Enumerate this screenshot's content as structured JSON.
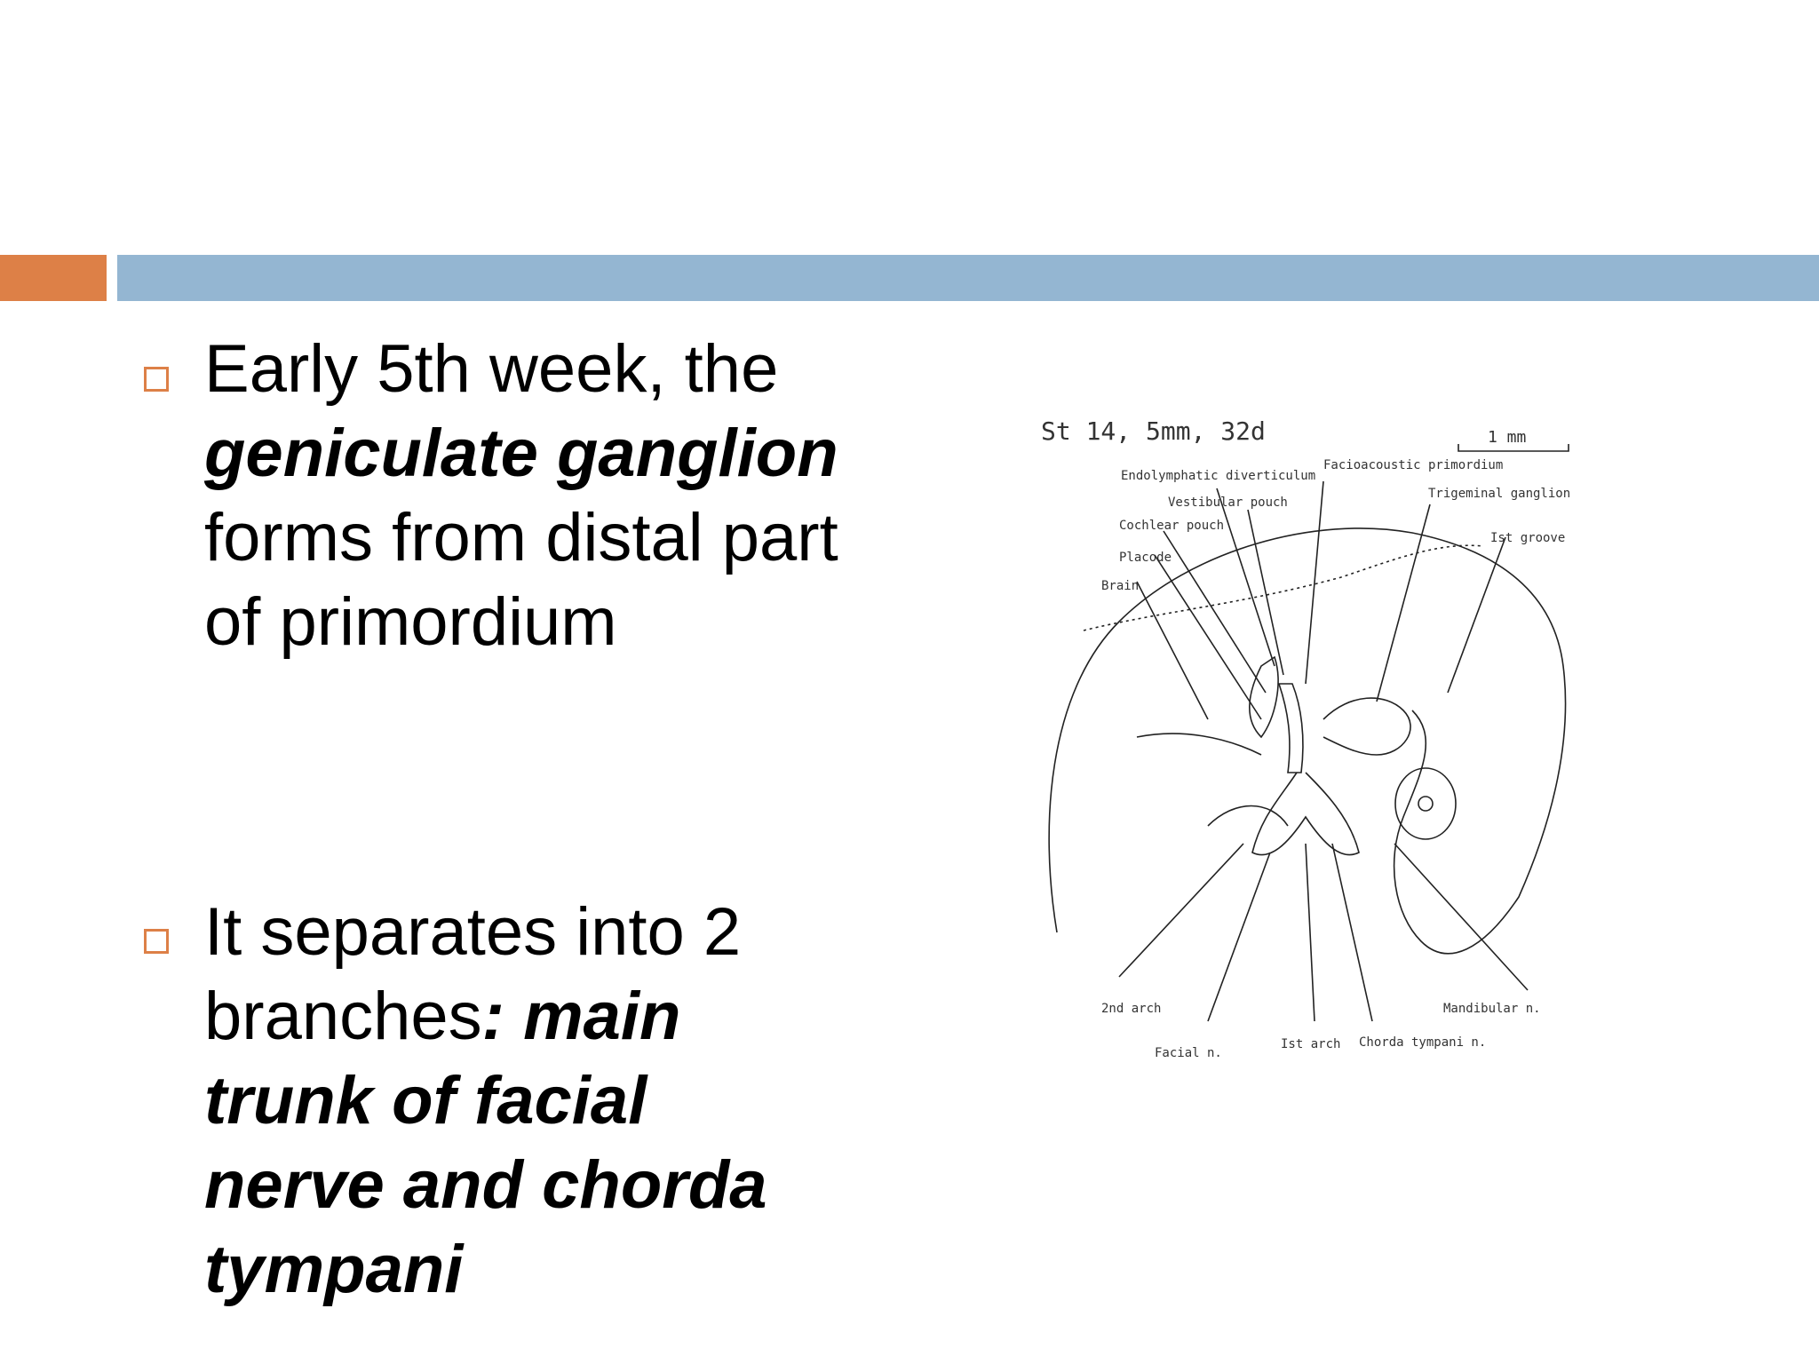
{
  "slide": {
    "bullets": [
      {
        "lines": [
          {
            "segments": [
              {
                "text": "Early 5th week, the",
                "style": "normal"
              }
            ]
          },
          {
            "segments": [
              {
                "text": "geniculate ganglion",
                "style": "bold-italic"
              }
            ]
          },
          {
            "segments": [
              {
                "text": "forms from distal part",
                "style": "normal"
              }
            ]
          },
          {
            "segments": [
              {
                "text": "of primordium",
                "style": "normal"
              }
            ]
          }
        ]
      },
      {
        "lines": [
          {
            "segments": [
              {
                "text": "It separates into 2",
                "style": "normal"
              }
            ]
          },
          {
            "segments": [
              {
                "text": "branches",
                "style": "normal"
              },
              {
                "text": ": main",
                "style": "bold-italic"
              }
            ]
          },
          {
            "segments": [
              {
                "text": "trunk of facial",
                "style": "bold-italic"
              }
            ]
          },
          {
            "segments": [
              {
                "text": "nerve and chorda",
                "style": "bold-italic"
              }
            ]
          },
          {
            "segments": [
              {
                "text": "tympani",
                "style": "bold-italic"
              }
            ]
          }
        ]
      }
    ]
  },
  "figure": {
    "stage_label": "St 14, 5mm, 32d",
    "scale_label": "1 mm",
    "labels": {
      "endolymphatic": "Endolymphatic diverticulum",
      "vestibular": "Vestibular pouch",
      "cochlear": "Cochlear pouch",
      "placode": "Placode",
      "brain": "Brain",
      "facioacoustic": "Facioacoustic primordium",
      "trigeminal": "Trigeminal ganglion",
      "groove": "Ist groove",
      "arch2": "2nd arch",
      "facial": "Facial n.",
      "arch1": "Ist arch",
      "chorda": "Chorda tympani n.",
      "mandibular": "Mandibular n."
    }
  },
  "colors": {
    "accent_orange": "#dd8047",
    "accent_blue": "#94b6d2"
  }
}
